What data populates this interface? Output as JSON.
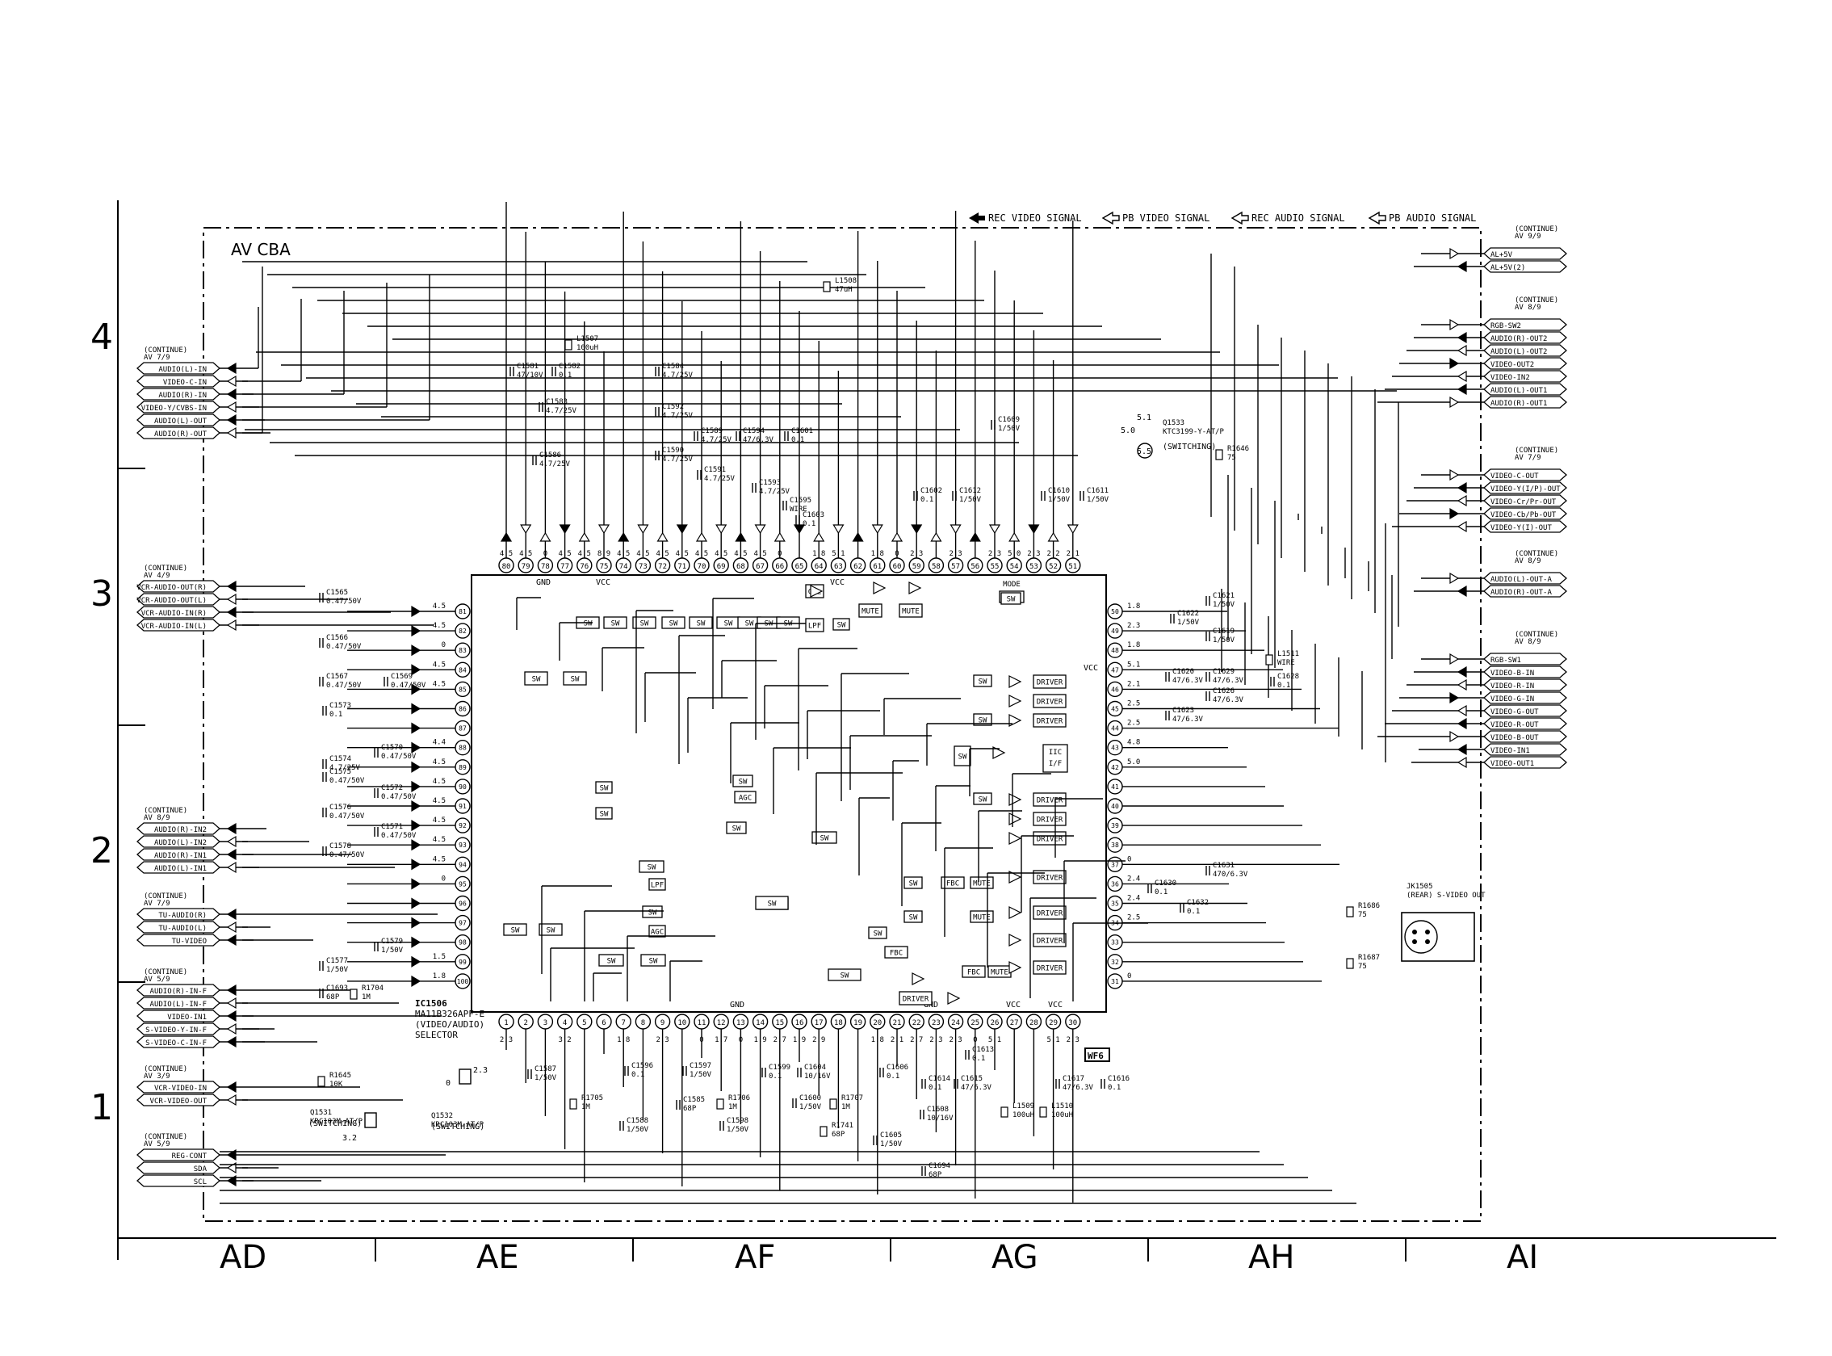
{
  "board_title": "AV CBA",
  "legend": [
    "REC VIDEO SIGNAL",
    "PB VIDEO SIGNAL",
    "REC AUDIO SIGNAL",
    "PB AUDIO SIGNAL"
  ],
  "grid": {
    "rows": [
      "4",
      "3",
      "2",
      "1"
    ],
    "columns": [
      "AD",
      "AE",
      "AF",
      "AG",
      "AH",
      "AI"
    ]
  },
  "left_connectors": [
    {
      "ref": "(CONTINUE) AV 7/9",
      "signals": [
        "AUDIO(L)-IN",
        "VIDEO-C-IN",
        "AUDIO(R)-IN",
        "VIDEO-Y/CVBS-IN",
        "AUDIO(L)-OUT",
        "AUDIO(R)-OUT"
      ]
    },
    {
      "ref": "(CONTINUE) AV 4/9",
      "signals": [
        "VCR-AUDIO-OUT(R)",
        "VCR-AUDIO-OUT(L)",
        "VCR-AUDIO-IN(R)",
        "VCR-AUDIO-IN(L)"
      ]
    },
    {
      "ref": "(CONTINUE) AV 8/9",
      "signals": [
        "AUDIO(R)-IN2",
        "AUDIO(L)-IN2",
        "AUDIO(R)-IN1",
        "AUDIO(L)-IN1"
      ]
    },
    {
      "ref": "(CONTINUE) AV 7/9",
      "signals": [
        "TU-AUDIO(R)",
        "TU-AUDIO(L)",
        "TU-VIDEO"
      ]
    },
    {
      "ref": "(CONTINUE) AV 5/9",
      "signals": [
        "AUDIO(R)-IN-F",
        "AUDIO(L)-IN-F",
        "VIDEO-IN1",
        "S-VIDEO-Y-IN-F",
        "S-VIDEO-C-IN-F"
      ]
    },
    {
      "ref": "(CONTINUE) AV 3/9",
      "signals": [
        "VCR-VIDEO-IN",
        "VCR-VIDEO-OUT"
      ]
    },
    {
      "ref": "(CONTINUE) AV 5/9",
      "signals": [
        "REG-CONT",
        "SDA",
        "SCL"
      ]
    }
  ],
  "right_connectors": [
    {
      "ref": "(CONTINUE) AV 9/9",
      "signals": [
        "AL+5V",
        "AL+5V(2)"
      ]
    },
    {
      "ref": "(CONTINUE) AV 8/9",
      "signals": [
        "RGB-SW2",
        "AUDIO(R)-OUT2",
        "AUDIO(L)-OUT2",
        "VIDEO-OUT2",
        "VIDEO-IN2",
        "AUDIO(L)-OUT1",
        "AUDIO(R)-OUT1"
      ]
    },
    {
      "ref": "(CONTINUE) AV 7/9",
      "signals": [
        "VIDEO-C-OUT",
        "VIDEO-Y(I/P)-OUT",
        "VIDEO-Cr/Pr-OUT",
        "VIDEO-Cb/Pb-OUT",
        "VIDEO-Y(I)-OUT"
      ]
    },
    {
      "ref": "(CONTINUE) AV 8/9",
      "signals": [
        "AUDIO(L)-OUT-A",
        "AUDIO(R)-OUT-A"
      ]
    },
    {
      "ref": "(CONTINUE) AV 8/9",
      "signals": [
        "RGB-SW1",
        "VIDEO-B-IN",
        "VIDEO-R-IN",
        "VIDEO-G-IN",
        "VIDEO-G-OUT",
        "VIDEO-R-OUT",
        "VIDEO-B-OUT",
        "VIDEO-IN1",
        "VIDEO-OUT1"
      ]
    }
  ],
  "ic": {
    "ref": "IC1506",
    "part": "MA11B326APF-E",
    "func": "(VIDEO/AUDIO)",
    "func2": "SELECTOR",
    "gnd": "GND",
    "vcc": "VCC",
    "top_pins": [
      "80",
      "79",
      "78",
      "77",
      "76",
      "75",
      "74",
      "73",
      "72",
      "71",
      "70",
      "69",
      "68",
      "67",
      "66",
      "65",
      "64",
      "63",
      "62",
      "61",
      "60",
      "59",
      "58",
      "57",
      "56",
      "55",
      "54",
      "53",
      "52",
      "51"
    ],
    "top_volts": [
      "4.5",
      "4.5",
      "0",
      "4.5",
      "4.5",
      "8.9",
      "4.5",
      "4.5",
      "4.5",
      "4.5",
      "4.5",
      "4.5",
      "4.5",
      "4.5",
      "0",
      "",
      "1.8",
      "5.1",
      "",
      "1.8",
      "0",
      "2.3",
      "",
      "2.3",
      "",
      "2.3",
      "5.0",
      "2.3",
      "2.2",
      "2.1"
    ],
    "bottom_pins": [
      "1",
      "2",
      "3",
      "4",
      "5",
      "6",
      "7",
      "8",
      "9",
      "10",
      "11",
      "12",
      "13",
      "14",
      "15",
      "16",
      "17",
      "18",
      "19",
      "20",
      "21",
      "22",
      "23",
      "24",
      "25",
      "26",
      "27",
      "28",
      "29",
      "30"
    ],
    "bottom_volts": [
      "2.3",
      "",
      "",
      "3.2",
      "",
      "",
      "1.8",
      "",
      "2.3",
      "",
      "0",
      "1.7",
      "0",
      "1.9",
      "2.7",
      "1.9",
      "2.9",
      "",
      "",
      "1.8",
      "2.1",
      "2.7",
      "2.3",
      "2.3",
      "0",
      "5.1",
      "",
      "",
      "5.1",
      "2.3"
    ],
    "left_pins": [
      "81",
      "82",
      "83",
      "84",
      "85",
      "86",
      "87",
      "88",
      "89",
      "90",
      "91",
      "92",
      "93",
      "94",
      "95",
      "96",
      "97",
      "98",
      "99",
      "100"
    ],
    "left_volts": [
      "4.5",
      "4.5",
      "0",
      "4.5",
      "4.5",
      "",
      "",
      "4.4",
      "4.5",
      "4.5",
      "4.5",
      "4.5",
      "4.5",
      "4.5",
      "0",
      "",
      "",
      "",
      "1.5",
      "1.8"
    ],
    "right_pins": [
      "50",
      "49",
      "48",
      "47",
      "46",
      "45",
      "44",
      "43",
      "42",
      "41",
      "40",
      "39",
      "38",
      "37",
      "36",
      "35",
      "34",
      "33",
      "32",
      "31"
    ],
    "right_volts": [
      "1.8",
      "2.3",
      "1.8",
      "5.1",
      "2.1",
      "2.5",
      "2.5",
      "4.8",
      "5.0",
      "",
      "",
      "",
      "",
      "0",
      "2.4",
      "2.4",
      "2.5",
      "",
      "",
      "0"
    ]
  },
  "blocks": {
    "sw": "SW",
    "driver": "DRIVER",
    "mute": "MUTE",
    "lpf": "LPF",
    "agc": "AGC",
    "fbc": "FBC",
    "gcl": "GCL",
    "iic1": "IIC",
    "iic2": "I/F",
    "rgb1": "RGB",
    "rgb2": "MODE"
  },
  "components": [
    {
      "ref": "C1581",
      "value": "47/10V"
    },
    {
      "ref": "C1582",
      "value": "0.1"
    },
    {
      "ref": "L1507",
      "value": "100uH"
    },
    {
      "ref": "C1583",
      "value": "4.7/25V"
    },
    {
      "ref": "C1586",
      "value": "4.7/25V"
    },
    {
      "ref": "C1584",
      "value": "4.7/25V"
    },
    {
      "ref": "C1592",
      "value": "4.7/25V"
    },
    {
      "ref": "C1590",
      "value": "4.7/25V"
    },
    {
      "ref": "C1589",
      "value": "4.7/25V"
    },
    {
      "ref": "C1594",
      "value": "47/6.3V"
    },
    {
      "ref": "C1601",
      "value": "0.1"
    },
    {
      "ref": "C1591",
      "value": "4.7/25V"
    },
    {
      "ref": "C1593",
      "value": "4.7/25V"
    },
    {
      "ref": "C1595",
      "value": "WIRE"
    },
    {
      "ref": "C1603",
      "value": "0.1"
    },
    {
      "ref": "L1508",
      "value": "47uH"
    },
    {
      "ref": "C1609",
      "value": "1/50V"
    },
    {
      "ref": "C1602",
      "value": "0.1"
    },
    {
      "ref": "C1612",
      "value": "1/50V"
    },
    {
      "ref": "C1610",
      "value": "1/50V"
    },
    {
      "ref": "C1611",
      "value": "1/50V"
    },
    {
      "ref": "Q1533",
      "value": "KTC3199-Y-AT/P"
    },
    {
      "ref": "R1646",
      "value": "75"
    },
    {
      "ref": "C1565",
      "value": "0.47/50V"
    },
    {
      "ref": "C1566",
      "value": "0.47/50V"
    },
    {
      "ref": "C1567",
      "value": "0.47/50V"
    },
    {
      "ref": "C1569",
      "value": "0.47/50V"
    },
    {
      "ref": "C1573",
      "value": "0.1"
    },
    {
      "ref": "C1574",
      "value": "4.7/25V"
    },
    {
      "ref": "C1570",
      "value": "0.47/50V"
    },
    {
      "ref": "C1575",
      "value": "0.47/50V"
    },
    {
      "ref": "C1572",
      "value": "0.47/50V"
    },
    {
      "ref": "C1576",
      "value": "0.47/50V"
    },
    {
      "ref": "C1571",
      "value": "0.47/50V"
    },
    {
      "ref": "C1578",
      "value": "0.47/50V"
    },
    {
      "ref": "C1579",
      "value": "1/50V"
    },
    {
      "ref": "C1577",
      "value": "1/50V"
    },
    {
      "ref": "C1693",
      "value": "68P"
    },
    {
      "ref": "R1704",
      "value": "1M"
    },
    {
      "ref": "C1621",
      "value": "1/50V"
    },
    {
      "ref": "C1622",
      "value": "1/50V"
    },
    {
      "ref": "C1619",
      "value": "1/50V"
    },
    {
      "ref": "L1511",
      "value": "WIRE"
    },
    {
      "ref": "C1620",
      "value": "47/6.3V"
    },
    {
      "ref": "C1629",
      "value": "47/6.3V"
    },
    {
      "ref": "C1628",
      "value": "0.1"
    },
    {
      "ref": "C1626",
      "value": "47/6.3V"
    },
    {
      "ref": "C1623",
      "value": "47/6.3V"
    },
    {
      "ref": "C1631",
      "value": "470/6.3V"
    },
    {
      "ref": "C1630",
      "value": "0.1"
    },
    {
      "ref": "C1632",
      "value": "0.1"
    },
    {
      "ref": "R1686",
      "value": "75"
    },
    {
      "ref": "R1687",
      "value": "75"
    },
    {
      "ref": "JK1505",
      "value": "(REAR) S-VIDEO OUT"
    },
    {
      "ref": "C1587",
      "value": "1/50V"
    },
    {
      "ref": "C1596",
      "value": "0.1"
    },
    {
      "ref": "C1597",
      "value": "1/50V"
    },
    {
      "ref": "C1599",
      "value": "0.1"
    },
    {
      "ref": "C1604",
      "value": "10/16V"
    },
    {
      "ref": "C1606",
      "value": "0.1"
    },
    {
      "ref": "C1613",
      "value": "0.1"
    },
    {
      "ref": "C1614",
      "value": "0.1"
    },
    {
      "ref": "C1615",
      "value": "47/6.3V"
    },
    {
      "ref": "C1617",
      "value": "47/6.3V"
    },
    {
      "ref": "C1616",
      "value": "0.1"
    },
    {
      "ref": "R1705",
      "value": "1M"
    },
    {
      "ref": "C1585",
      "value": "68P"
    },
    {
      "ref": "R1706",
      "value": "1M"
    },
    {
      "ref": "C1600",
      "value": "1/50V"
    },
    {
      "ref": "R1707",
      "value": "1M"
    },
    {
      "ref": "C1608",
      "value": "10/16V"
    },
    {
      "ref": "L1509",
      "value": "100uH"
    },
    {
      "ref": "L1510",
      "value": "100uH"
    },
    {
      "ref": "C1588",
      "value": "1/50V"
    },
    {
      "ref": "C1598",
      "value": "1/50V"
    },
    {
      "ref": "R1741",
      "value": "68P"
    },
    {
      "ref": "C1605",
      "value": "1/50V"
    },
    {
      "ref": "C1694",
      "value": "68P"
    },
    {
      "ref": "R1645",
      "value": "10K"
    },
    {
      "ref": "Q1531",
      "value": "KRC103M-AT/P"
    },
    {
      "ref": "Q1532",
      "value": "KRC103M-AT/P"
    }
  ],
  "switching_label": "(SWITCHING)",
  "waveform": "WF6",
  "transistor_volts": {
    "q1533": [
      "5.1",
      "5.0",
      "5.5"
    ],
    "q1532": [
      "2.3",
      "0"
    ],
    "q1531": "3.2"
  }
}
